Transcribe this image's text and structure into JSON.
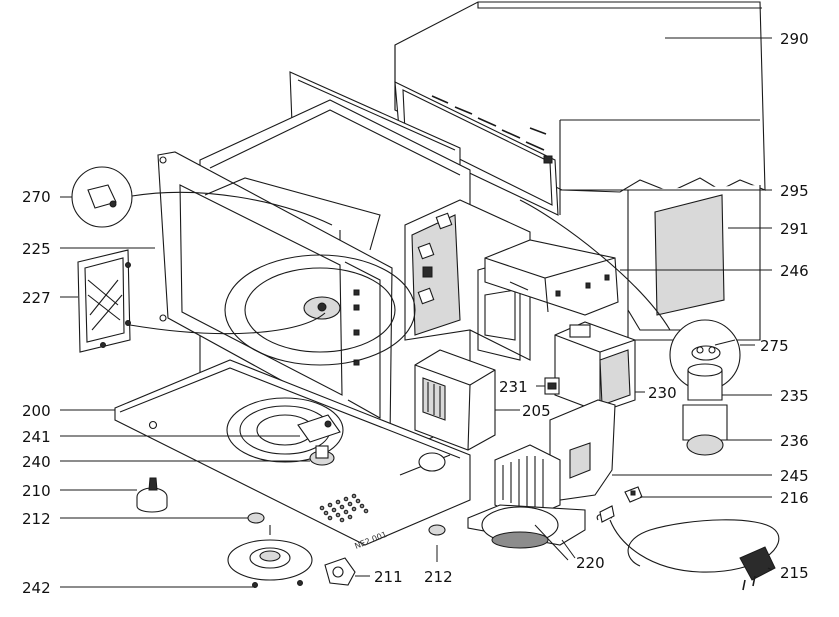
{
  "diagram": {
    "labels": {
      "p290": "290",
      "p295": "295",
      "p291": "291",
      "p246": "246",
      "p275": "275",
      "p235": "235",
      "p236": "236",
      "p245": "245",
      "p216": "216",
      "p220": "220",
      "p215": "215",
      "p270": "270",
      "p225": "225",
      "p227": "227",
      "p200": "200",
      "p241": "241",
      "p240": "240",
      "p210": "210",
      "p212a": "212",
      "p212b": "212",
      "p242": "242",
      "p211": "211",
      "p231": "231",
      "p230": "230",
      "p205": "205"
    },
    "stamp": "NE2.001"
  }
}
